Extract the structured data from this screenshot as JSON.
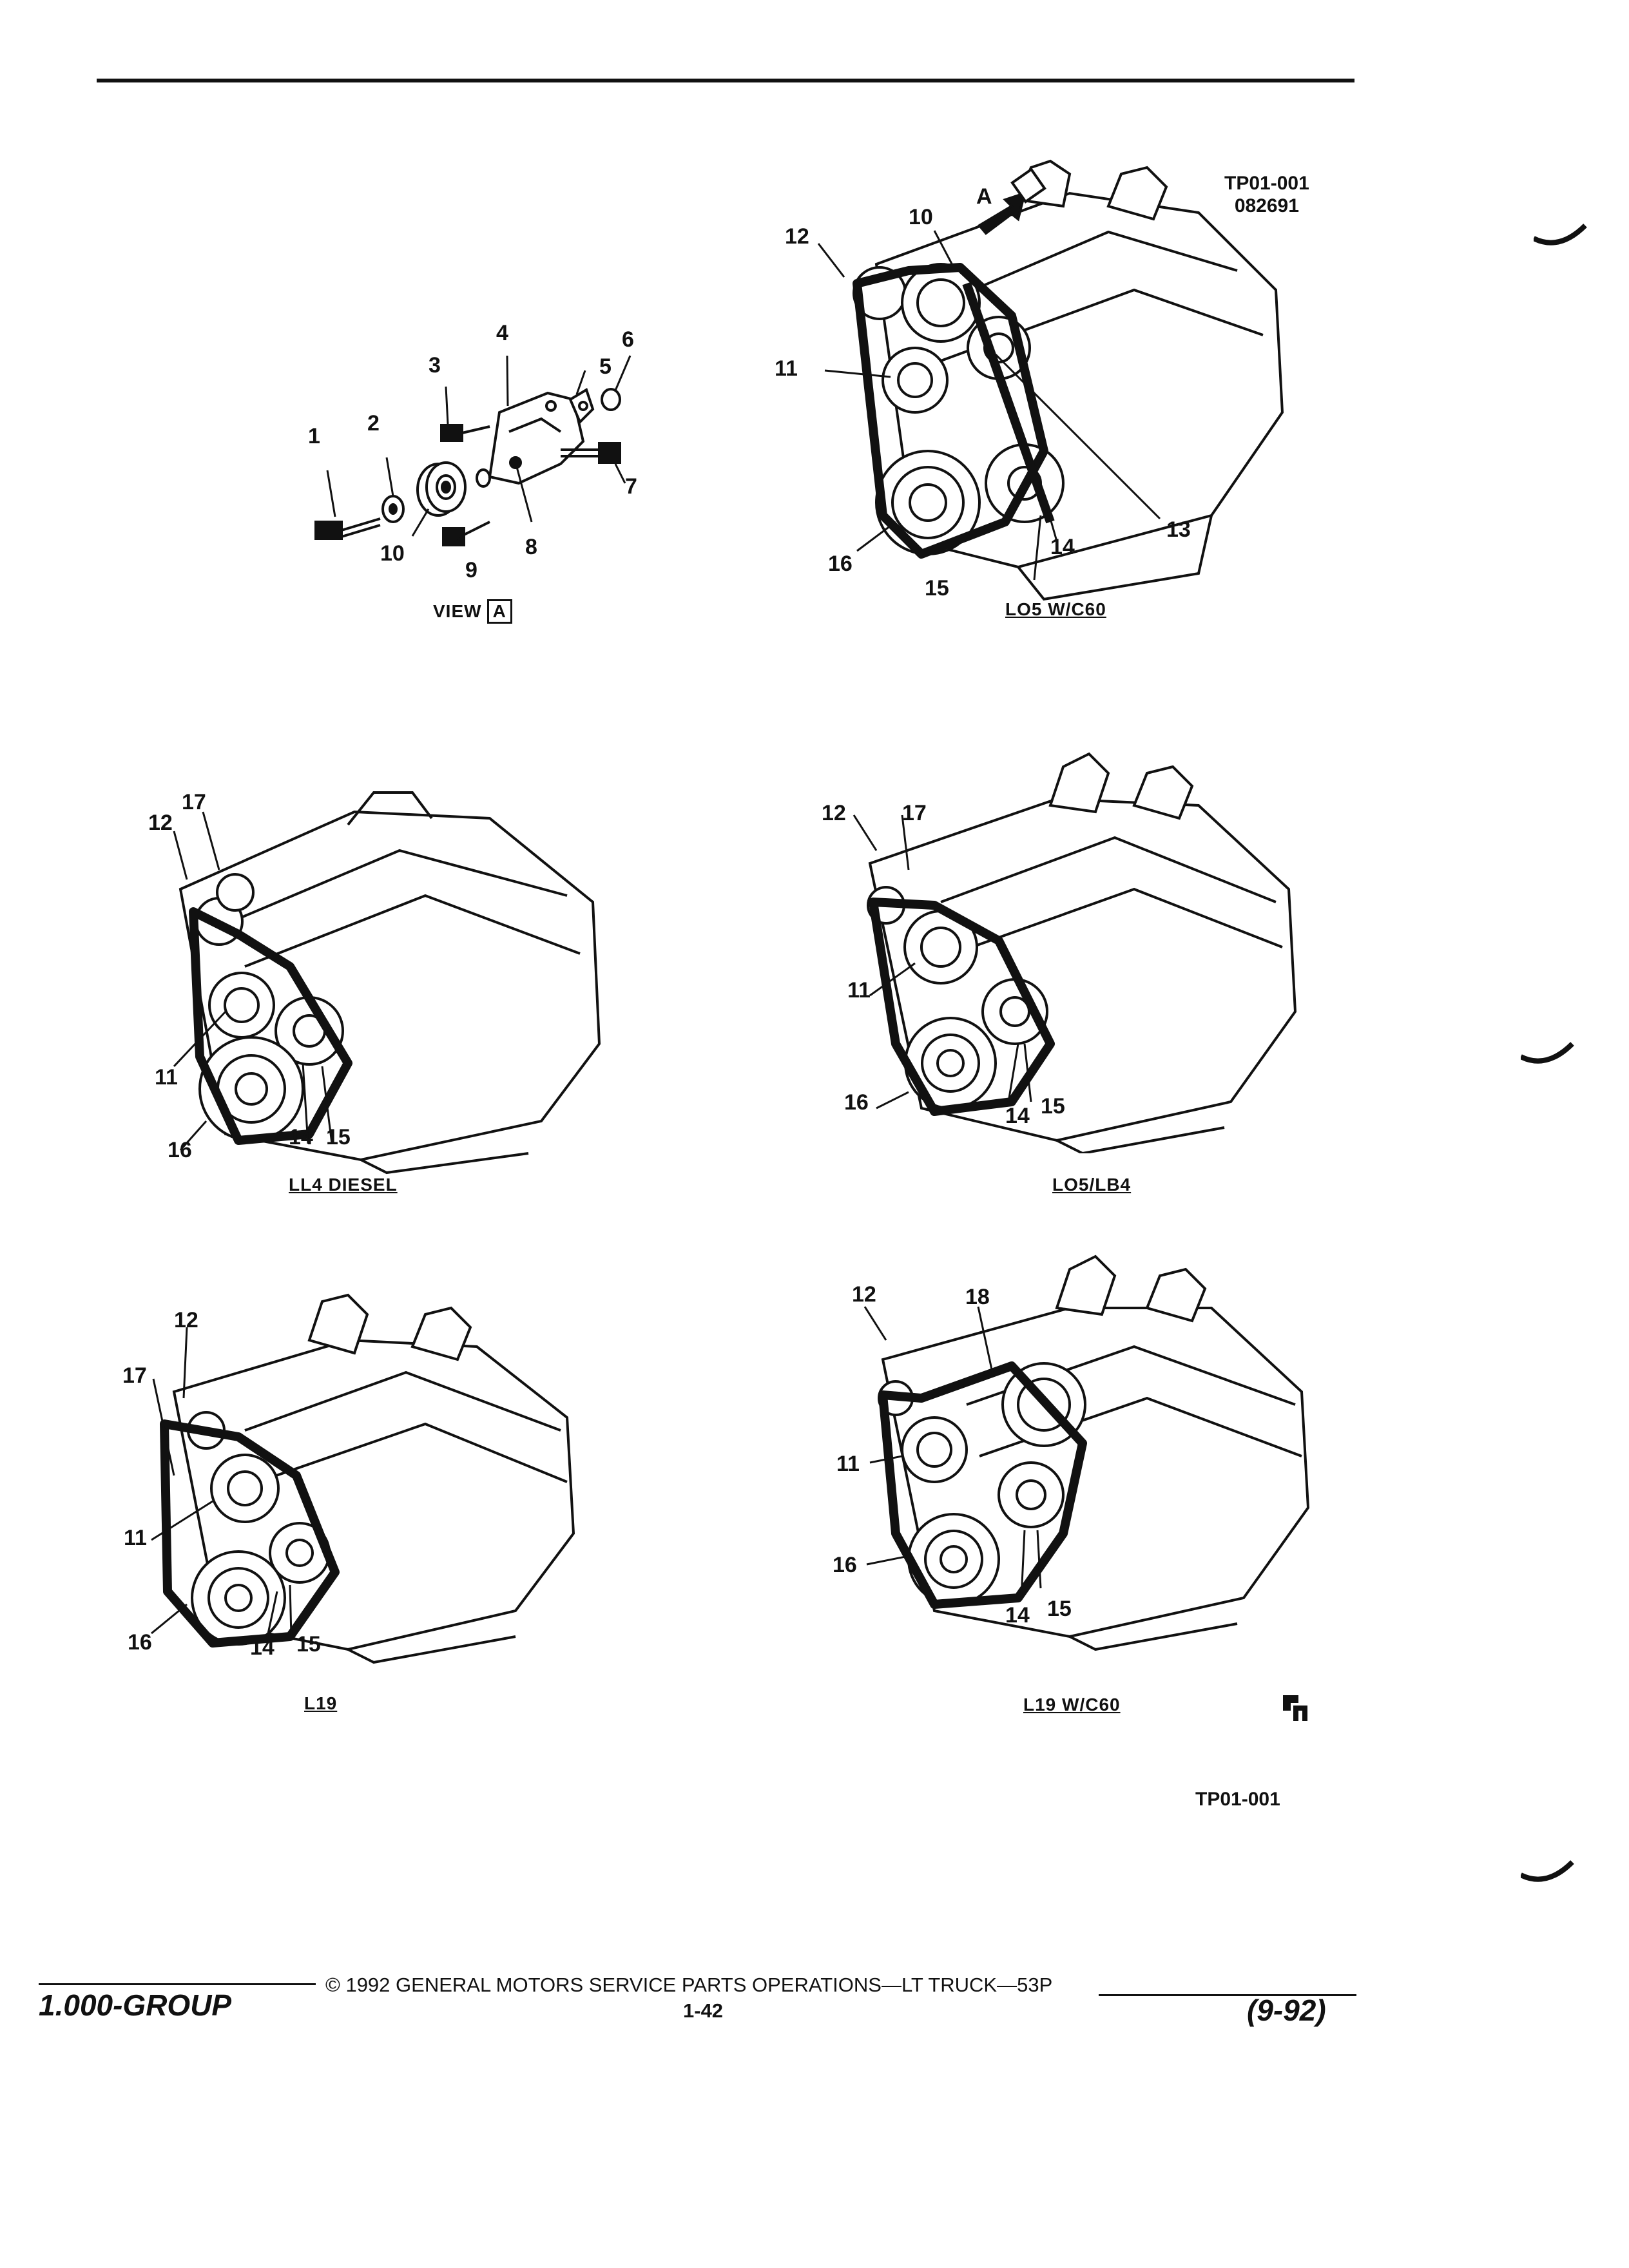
{
  "header": {
    "ref_code": "TP01-001",
    "ref_date": "082691"
  },
  "view_a": {
    "caption_text": "VIEW",
    "caption_box": "A",
    "callouts": [
      "1",
      "2",
      "3",
      "4",
      "5",
      "6",
      "7",
      "8",
      "9",
      "10"
    ]
  },
  "lo5_wc60": {
    "caption": "LO5 W/C60",
    "arrow_label": "A",
    "callouts": [
      "10",
      "11",
      "12",
      "13",
      "14",
      "15",
      "16"
    ]
  },
  "ll4_diesel": {
    "caption": "LL4 DIESEL",
    "callouts": [
      "11",
      "12",
      "14",
      "15",
      "16",
      "17"
    ]
  },
  "lo5_lb4": {
    "caption": "LO5/LB4",
    "callouts": [
      "11",
      "12",
      "14",
      "15",
      "16",
      "17"
    ]
  },
  "l19": {
    "caption": "L19",
    "callouts": [
      "11",
      "12",
      "14",
      "15",
      "16",
      "17"
    ]
  },
  "l19_wc60": {
    "caption": "L19 W/C60",
    "callouts": [
      "11",
      "12",
      "14",
      "15",
      "16",
      "18"
    ]
  },
  "footer": {
    "bottom_ref": "TP01-001",
    "group": "1.000-GROUP",
    "copyright": "© 1992 GENERAL MOTORS SERVICE PARTS OPERATIONS—LT TRUCK—53P",
    "page": "1-42",
    "date": "(9-92)"
  }
}
